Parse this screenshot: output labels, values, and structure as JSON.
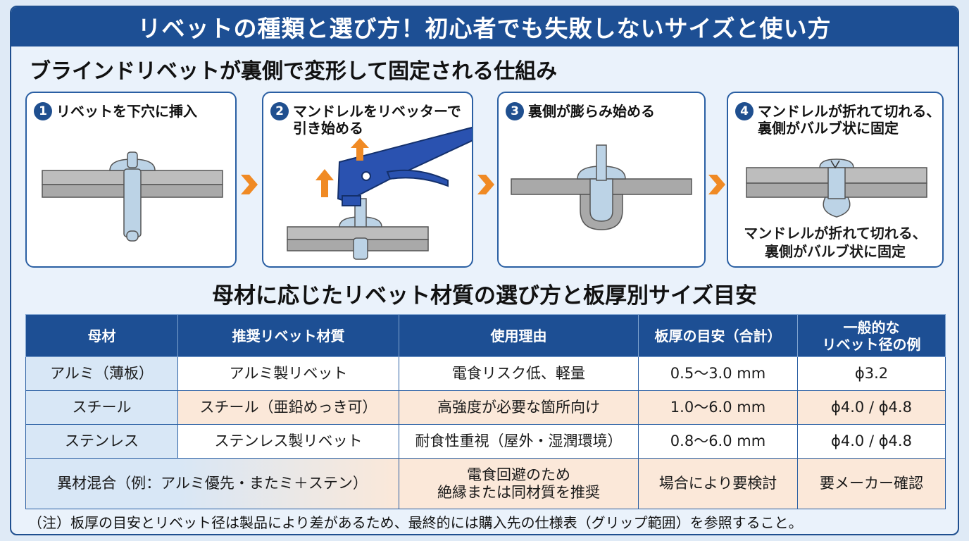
{
  "header": {
    "title": "リベットの種類と選び方！初心者でも失敗しないサイズと使い方"
  },
  "mechanism": {
    "title": "ブラインドリベットが裏側で変形して固定される仕組み",
    "steps": [
      {
        "num": "1",
        "caption": "リベットを下穴に挿入"
      },
      {
        "num": "2",
        "caption": "マンドレルをリベッターで\n引き始める"
      },
      {
        "num": "3",
        "caption": "裏側が膨らみ始める"
      },
      {
        "num": "4",
        "caption": "マンドレルが折れて切れる、\n裏側がバルブ状に固定",
        "bottom_caption": "マンドレルが折れて切れる、\n裏側がバルブ状に固定"
      }
    ]
  },
  "selection": {
    "title": "母材に応じたリベット材質の選び方と板厚別サイズ目安",
    "headers": [
      "母材",
      "推奨リベット材質",
      "使用理由",
      "板厚の目安（合計）",
      "一般的な\nリベット径の例"
    ],
    "rows": [
      [
        "アルミ（薄板）",
        "アルミ製リベット",
        "電食リスク低、軽量",
        "0.5〜3.0 mm",
        "ɸ3.2"
      ],
      [
        "スチール",
        "スチール（亜鉛めっき可）",
        "高強度が必要な箇所向け",
        "1.0〜6.0 mm",
        "ɸ4.0 / ɸ4.8"
      ],
      [
        "ステンレス",
        "ステンレス製リベット",
        "耐食性重視（屋外・湿潤環境）",
        "0.8〜6.0 mm",
        "ɸ4.0 / ɸ4.8"
      ],
      [
        "異材混合（例：アルミ優先・またミ＋ステン）",
        "",
        "電食回避のため\n絶縁または同材質を推奨",
        "場合により要検討",
        "要メーカー確認"
      ]
    ],
    "note": "（注）板厚の目安とリベット径は製品により差があるため、最終的には購入先の仕様表（グリップ範囲）を参照すること。"
  },
  "colors": {
    "primary": "#1d4f94",
    "accent": "#f08a24",
    "rivet": "#bcd3e6",
    "plate": "#a9a9a9",
    "warm": "#fbe8d9"
  }
}
